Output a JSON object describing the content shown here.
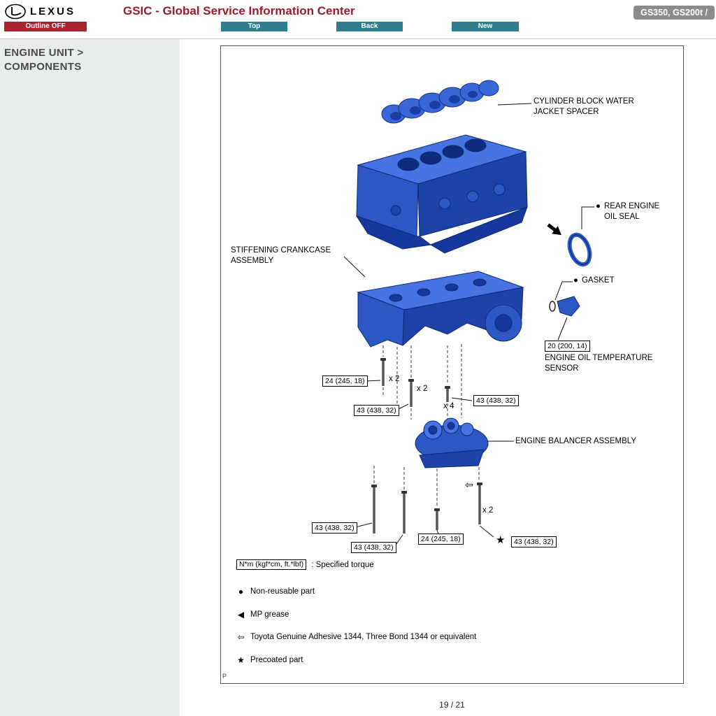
{
  "colors": {
    "accent_maroon": "#9a1b2a",
    "button_maroon": "#a5252f",
    "button_teal": "#2d7d8c",
    "badge_gray": "#8b8b8b",
    "part_blue": "#2b59c9",
    "sidebar_bg": "#e9ede9"
  },
  "header": {
    "brand": "LEXUS",
    "title": "GSIC - Global Service Information Center",
    "model_badge": "GS350, GS200t /",
    "outline_button": "Outline OFF",
    "nav": {
      "top": "Top",
      "back": "Back",
      "new": "New"
    }
  },
  "sidebar": {
    "heading": "ENGINE UNIT > COMPONENTS"
  },
  "diagram": {
    "corner_mark": "P",
    "labels": {
      "water_jacket_1": "CYLINDER BLOCK WATER",
      "water_jacket_2": "JACKET SPACER",
      "oil_seal_1": "REAR ENGINE",
      "oil_seal_2": "OIL SEAL",
      "crankcase_1": "STIFFENING CRANKCASE",
      "crankcase_2": "ASSEMBLY",
      "gasket": "GASKET",
      "sensor_1": "ENGINE OIL TEMPERATURE",
      "sensor_2": "SENSOR",
      "balancer": "ENGINE BALANCER ASSEMBLY"
    },
    "bullets": {
      "oil_seal": "●",
      "gasket": "●"
    },
    "torques": {
      "sensor": "20 (200, 14)",
      "top_24": "24 (245, 18)",
      "top_43_left": "43 (438, 32)",
      "top_43_right": "43 (438, 32)",
      "bottom_43_a": "43 (438, 32)",
      "bottom_43_b": "43 (438, 32)",
      "bottom_24": "24 (245, 18)",
      "bottom_43_star": "43 (438, 32)"
    },
    "quantities": {
      "x2_a": "x 2",
      "x2_b": "x 2",
      "x4": "x 4",
      "x2_c": "x 2"
    },
    "star_icon": "★",
    "adhesive_arrow_icon": "⇦",
    "legend": {
      "torque_box": "N*m (kgf*cm, ft.*lbf)",
      "torque_desc": ": Specified torque",
      "non_reusable_icon": "●",
      "non_reusable": "Non-reusable part",
      "mp_grease_icon": "◀",
      "mp_grease": "MP grease",
      "adhesive_icon": "⇦",
      "adhesive": "Toyota Genuine Adhesive 1344, Three Bond 1344 or equivalent",
      "precoated_icon": "★",
      "precoated": "Precoated part"
    }
  },
  "footer": {
    "page_indicator": "19 / 21"
  }
}
